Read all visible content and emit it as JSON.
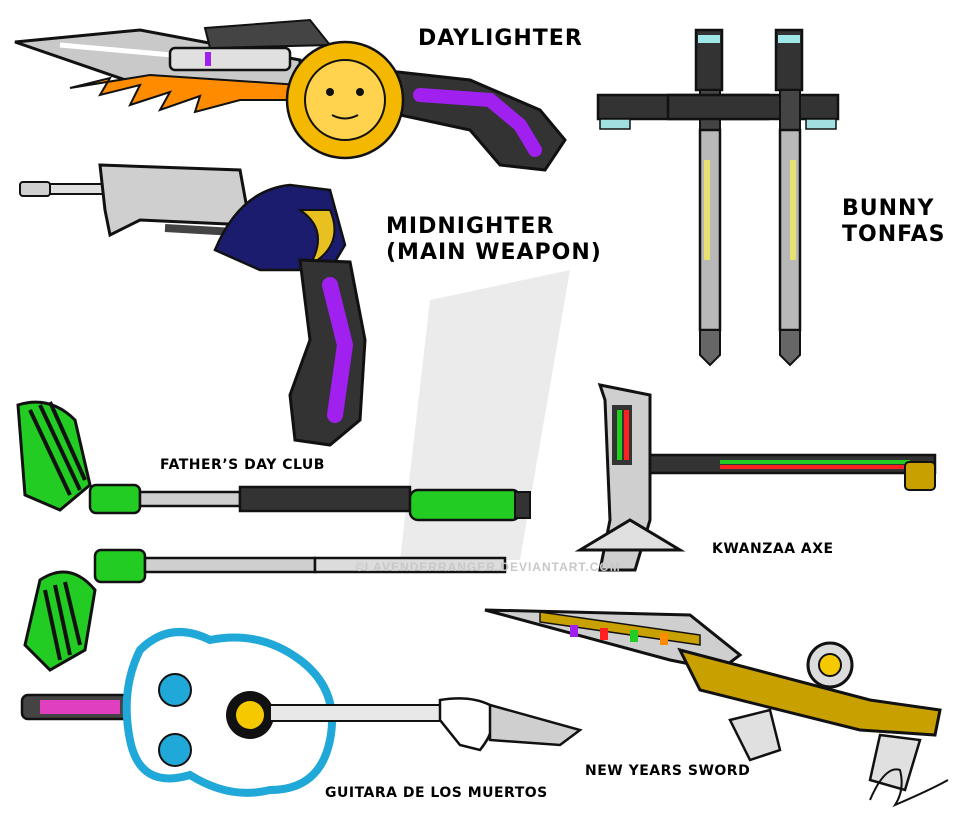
{
  "labels": {
    "daylighter": "DAYLIGHTER",
    "midnighter_line1": "MIDNIGHTER",
    "midnighter_line2": "(MAIN WEAPON)",
    "bunny_line1": "BUNNY",
    "bunny_line2": "TONFAS",
    "fathers_day": "FATHER’S DAY CLUB",
    "kwanzaa": "KWANZAA AXE",
    "guitara": "GUITARA DE LOS MUERTOS",
    "new_years": "NEW YEARS SWORD"
  },
  "watermark": "©LAVENDERRANGER.DEVIANTART.COM",
  "colors": {
    "outline": "#111111",
    "purple": "#a020f0",
    "orange": "#ff8c00",
    "sun": "#f5b800",
    "moon": "#e8c020",
    "night": "#1c1c6e",
    "green": "#22cc22",
    "gold": "#c8a000",
    "pink": "#e040c0",
    "cyan": "#20a8d8",
    "steel": "#b8b8b8",
    "dark": "#333333"
  }
}
